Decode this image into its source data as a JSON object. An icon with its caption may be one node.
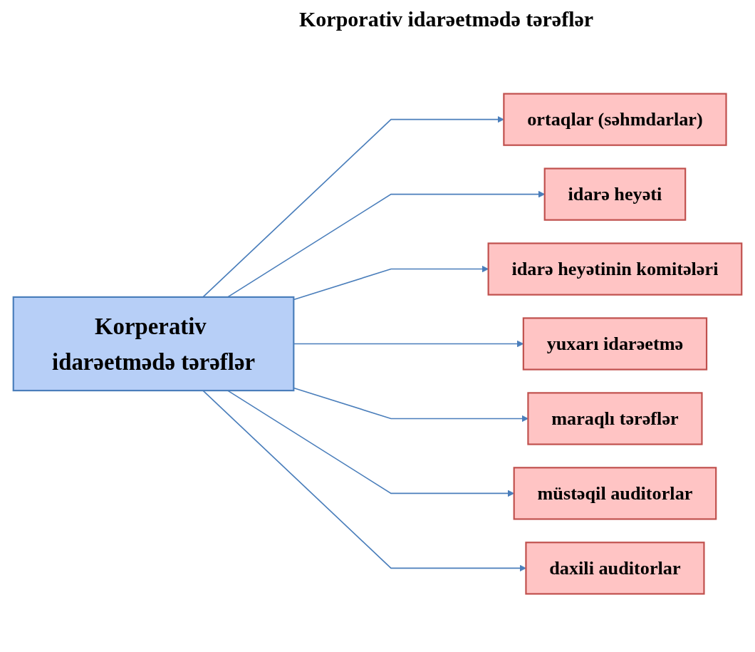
{
  "diagram": {
    "title": "Korporativ idarəetmədə tərəflər",
    "nodes": [
      {
        "text": [
          "Korperativ idarəetmədə tərəflər"
        ]
      },
      {
        "text": [
          "ortaqlar (səhmdarlar)"
        ]
      },
      {
        "text": [
          "idarə heyəti"
        ]
      },
      {
        "text": [
          "idarə heyətinin komitələri"
        ]
      },
      {
        "text": [
          "yuxarı idarəetmə"
        ]
      },
      {
        "text": [
          "maraqlı tərəflər"
        ]
      },
      {
        "text": [
          "müstəqil auditorlar"
        ]
      },
      {
        "text": [
          "daxili auditorlar"
        ]
      }
    ],
    "edges": [
      {
        "from": 0,
        "to": 1,
        "arrow": "to"
      },
      {
        "from": 0,
        "to": 2,
        "arrow": "to"
      },
      {
        "from": 0,
        "to": 3,
        "arrow": "to"
      },
      {
        "from": 0,
        "to": 4,
        "arrow": "to"
      },
      {
        "from": 0,
        "to": 5,
        "arrow": "to"
      },
      {
        "from": 0,
        "to": 6,
        "arrow": "to"
      },
      {
        "from": 0,
        "to": 7,
        "arrow": "to"
      }
    ]
  }
}
